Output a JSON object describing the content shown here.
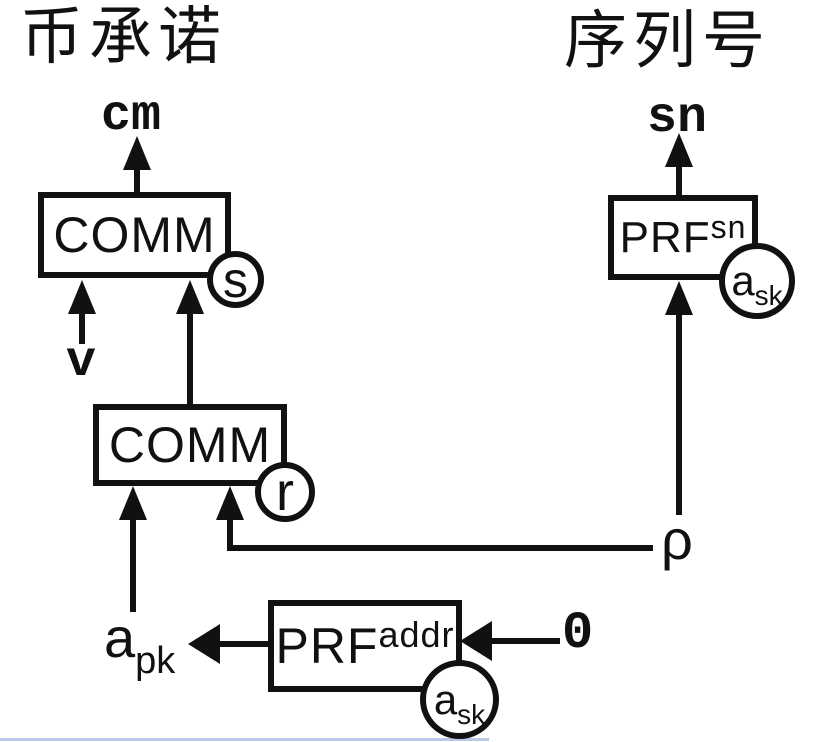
{
  "colors": {
    "ink": "#111111",
    "background": "#ffffff",
    "edge_artifact": "#bcc8ea"
  },
  "titles": {
    "coin_commitment": "币承诺",
    "serial_number": "序列号"
  },
  "labels": {
    "cm": "cm",
    "sn": "sn",
    "v": "v",
    "zero": "0",
    "rho": "ρ",
    "a_pk": {
      "base": "a",
      "sub": "pk"
    }
  },
  "nodes": {
    "comm_outer": {
      "label": "COMM",
      "randomness": "s"
    },
    "comm_inner": {
      "label": "COMM",
      "randomness": "r"
    },
    "prf_sn": {
      "label": "PRF",
      "sup": "sn",
      "key": {
        "base": "a",
        "sub": "sk"
      }
    },
    "prf_addr": {
      "label": "PRF",
      "sup": "addr",
      "key": {
        "base": "a",
        "sub": "sk"
      }
    }
  }
}
